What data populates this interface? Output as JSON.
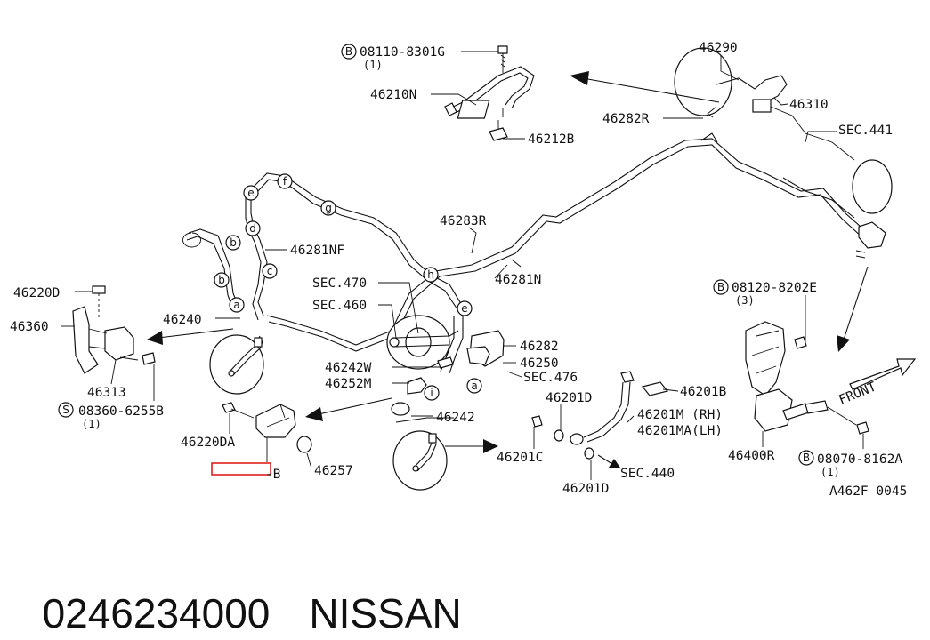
{
  "diagram": {
    "callouts": {
      "c46290": "46290",
      "c08110": "08110-8301G",
      "c08110_qty": "(1)",
      "c46210N": "46210N",
      "c46212B": "46212B",
      "c46282R": "46282R",
      "c46310": "46310",
      "sec441": "SEC.441",
      "c46283R": "46283R",
      "c46281NF": "46281NF",
      "c46281N": "46281N",
      "sec470": "SEC.470",
      "sec460": "SEC.460",
      "c46220D": "46220D",
      "c46360": "46360",
      "c46240": "46240",
      "c46313": "46313",
      "c08360": "08360-6255B",
      "c08360_qty": "(1)",
      "c46282": "46282",
      "c46250": "46250",
      "sec476": "SEC.476",
      "c46242W": "46242W",
      "c46252M": "46252M",
      "c46242": "46242",
      "c46220DA": "46220DA",
      "c46364B_tail": "-B",
      "c46257": "46257",
      "c46201D_top": "46201D",
      "c46201B": "46201B",
      "c46201M": "46201M (RH)",
      "c46201MA": "46201MA(LH)",
      "c46201C": "46201C",
      "sec440": "SEC.440",
      "c46201D_bot": "46201D",
      "c08120": "08120-8202E",
      "c08120_qty": "(3)",
      "c46400R": "46400R",
      "c08070": "08070-8162A",
      "c08070_qty": "(1)",
      "front": "FRONT",
      "figure_code": "A462F 0045"
    },
    "bolt_marks": {
      "b": "B",
      "s": "S"
    },
    "circle_letters": {
      "a": "a",
      "b": "b",
      "c": "c",
      "d": "d",
      "e": "e",
      "f": "f",
      "g": "g",
      "h": "h",
      "i": "i"
    }
  },
  "caption": {
    "part_number": "0246234000",
    "brand": "NISSAN"
  },
  "highlight_color": "#e0201c"
}
